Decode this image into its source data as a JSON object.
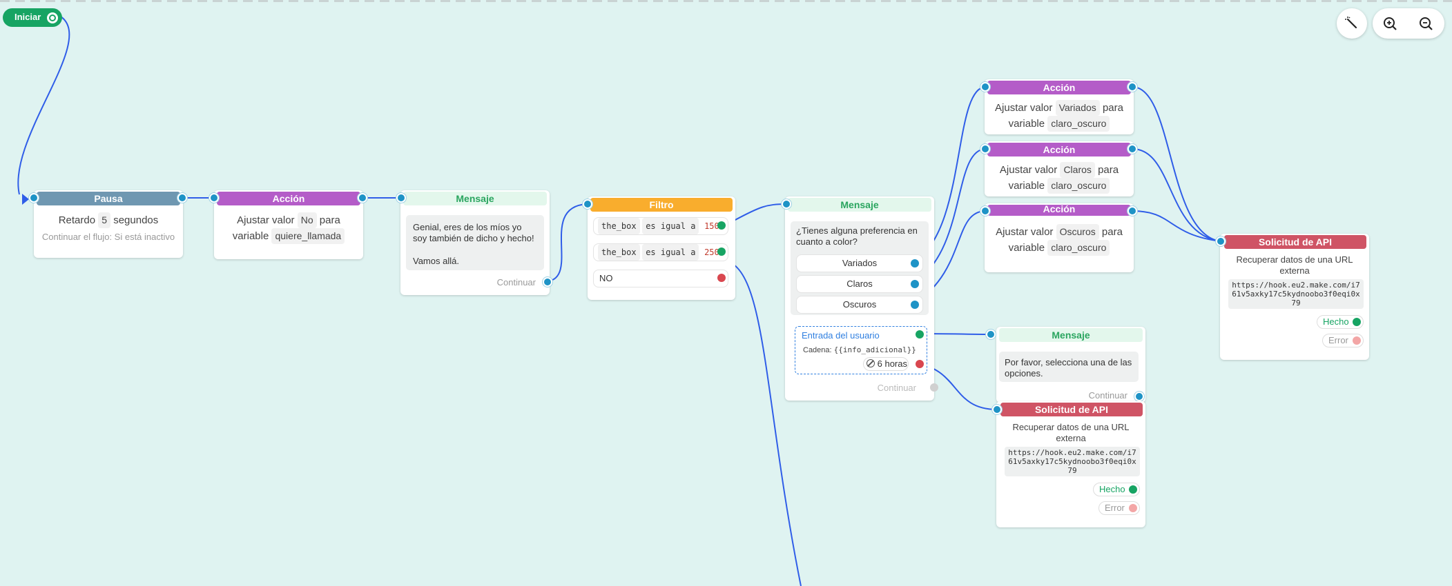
{
  "start_label": "Iniciar",
  "toolbar": {
    "magic_icon": "magic-wand-icon",
    "zoom_in_icon": "zoom-in-icon",
    "zoom_out_icon": "zoom-out-icon"
  },
  "pausa": {
    "title": "Pausa",
    "prefix": "Retardo",
    "value": "5",
    "suffix": "segundos",
    "note": "Continuar el flujo: Si está inactivo"
  },
  "accion1": {
    "title": "Acción",
    "prefix": "Ajustar valor",
    "value": "No",
    "mid": "para",
    "var_label": "variable",
    "variable": "quiere_llamada"
  },
  "mensaje1": {
    "title": "Mensaje",
    "line1": "Genial, eres de los míos yo soy también de dicho y hecho!",
    "line2": "Vamos allá.",
    "continue": "Continuar"
  },
  "filtro": {
    "title": "Filtro",
    "rows": [
      {
        "field": "the_box",
        "op": "es igual a",
        "value": "150"
      },
      {
        "field": "the_box",
        "op": "es igual a",
        "value": "250"
      }
    ],
    "no_label": "NO"
  },
  "mensaje2": {
    "title": "Mensaje",
    "question": "¿Tienes alguna preferencia en cuanto a color?",
    "options": [
      "Variados",
      "Claros",
      "Oscuros"
    ],
    "input_title": "Entrada del usuario",
    "input_type": "Cadena:",
    "input_var": "{{info_adicional}}",
    "timeout": "6 horas",
    "continue": "Continuar"
  },
  "accion_a": {
    "title": "Acción",
    "prefix": "Ajustar valor",
    "value": "Variados",
    "mid": "para",
    "var_label": "variable",
    "variable": "claro_oscuro"
  },
  "accion_b": {
    "title": "Acción",
    "prefix": "Ajustar valor",
    "value": "Claros",
    "mid": "para",
    "var_label": "variable",
    "variable": "claro_oscuro"
  },
  "accion_c": {
    "title": "Acción",
    "prefix": "Ajustar valor",
    "value": "Oscuros",
    "mid": "para",
    "var_label": "variable",
    "variable": "claro_oscuro"
  },
  "mensaje3": {
    "title": "Mensaje",
    "text": "Por favor, selecciona una de las opciones.",
    "continue": "Continuar"
  },
  "api1": {
    "title": "Solicitud de API",
    "desc": "Recuperar datos de una URL externa",
    "url": "https://hook.eu2.make.com/i761v5axky17c5kydnoobo3f0eqi0x79",
    "done": "Hecho",
    "error": "Error"
  },
  "api2": {
    "title": "Solicitud de API",
    "desc": "Recuperar datos de una URL externa",
    "url": "https://hook.eu2.make.com/i761v5axky17c5kydnoobo3f0eqi0x79",
    "done": "Hecho",
    "error": "Error"
  }
}
